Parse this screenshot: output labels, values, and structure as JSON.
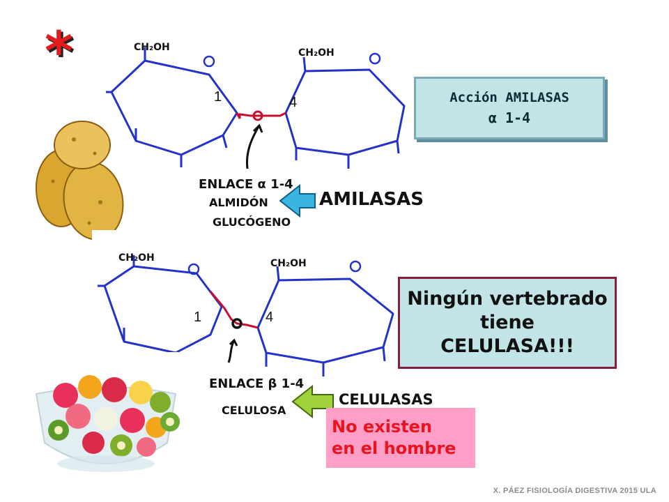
{
  "top_diagram": {
    "ch2oh_left": "CH₂OH",
    "ch2oh_right": "CH₂OH",
    "ring_o": "O",
    "bridge_o": "O",
    "label_1": "1",
    "label_4": "4",
    "handwritten_lines": [
      "ENLACE α 1-4",
      "ALMIDÓN",
      "GLUCÓGENO"
    ],
    "enzyme_label": "AMILASAS"
  },
  "bottom_diagram": {
    "ch2oh_left": "CH₂OH",
    "ch2oh_right": "CH₂OH",
    "ring_o": "O",
    "bridge_o": "O",
    "label_1": "1",
    "label_4": "4",
    "handwritten_lines": [
      "ENLACE β 1-4",
      "CELULOSA"
    ],
    "enzyme_label": "CELULASAS"
  },
  "box_amilasas": {
    "line1": "Acción AMILASAS",
    "line2": "α 1-4"
  },
  "box_celulasa": {
    "line1": "Ningún vertebrado",
    "line2": "tiene",
    "line3": "CELULASA!!!"
  },
  "box_hombre": {
    "line1": "No existen",
    "line2": "en el hombre"
  },
  "asterisk": "*",
  "footer": "X. PÁEZ   FISIOLOGÍA DIGESTIVA 2015  ULA",
  "colors": {
    "ring_blue": "#2332c8",
    "bond_red": "#c8102e",
    "arrow_blue": "#3ab4e0",
    "arrow_green": "#9fd23a",
    "box_fill": "#c2e4e6",
    "pink_box": "#ff9ec6",
    "asterisk_red": "#e21b1b"
  }
}
